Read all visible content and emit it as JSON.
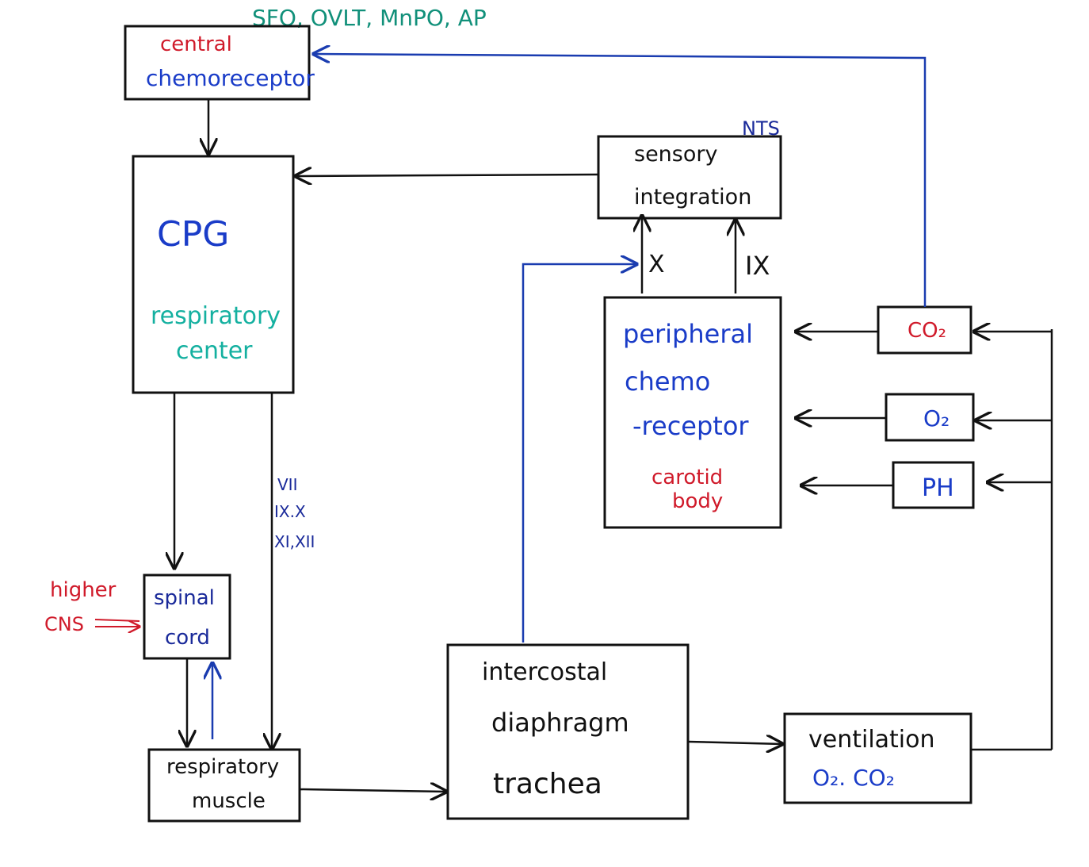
{
  "labels": {
    "circumventricular": "SFO, OVLT, MnPO, AP",
    "central_1": "central",
    "central_2": "chemoreceptor",
    "cpg": "CPG",
    "resp_center_1": "respiratory",
    "resp_center_2": "center",
    "nts": "NTS",
    "sensory_1": "sensory",
    "sensory_2": "integration",
    "nerve_x": "X",
    "nerve_ix": "IX",
    "peripheral_1": "peripheral",
    "peripheral_2": "chemo",
    "peripheral_3": "-receptor",
    "carotid_1": "carotid",
    "carotid_2": "body",
    "co2": "CO₂",
    "o2": "O₂",
    "ph": "PH",
    "cranial_1": "VII",
    "cranial_2": "IX.X",
    "cranial_3": "XI,XII",
    "higher_1": "higher",
    "higher_2": "CNS",
    "spinal_1": "spinal",
    "spinal_2": "cord",
    "muscle_1": "respiratory",
    "muscle_2": "muscle",
    "airway_1": "intercostal",
    "airway_2": "diaphragm",
    "airway_3": "trachea",
    "ventilation_1": "ventilation",
    "ventilation_2": "O₂. CO₂"
  },
  "colors": {
    "ink": "#111111",
    "blue": "#1a3cc8",
    "red": "#d01a2a",
    "teal": "#14b0a0"
  }
}
